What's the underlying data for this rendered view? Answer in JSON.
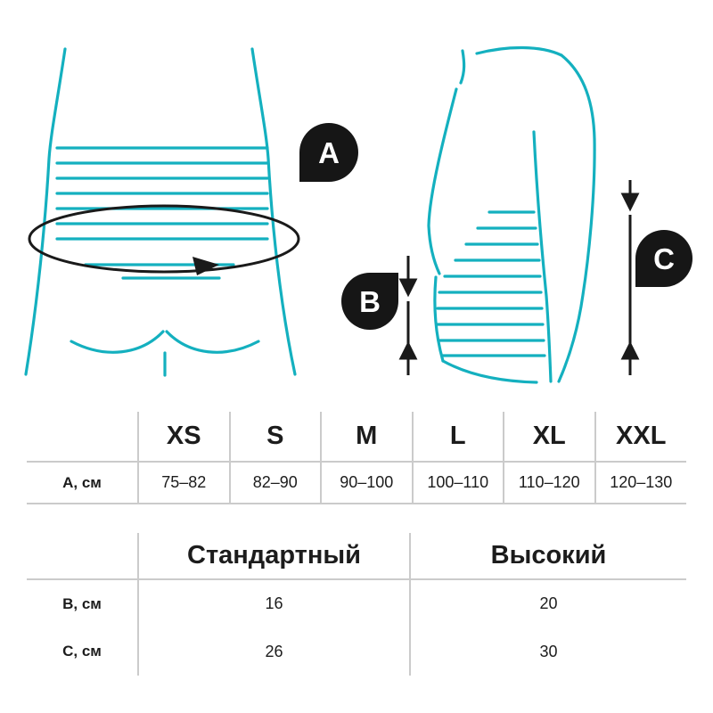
{
  "diagram": {
    "badges": [
      {
        "id": "A",
        "label": "A"
      },
      {
        "id": "B",
        "label": "B"
      },
      {
        "id": "C",
        "label": "C"
      }
    ]
  },
  "size_table": {
    "row_label": "А, см",
    "columns": [
      "XS",
      "S",
      "M",
      "L",
      "XL",
      "XXL"
    ],
    "values": [
      "75–82",
      "82–90",
      "90–100",
      "100–110",
      "110–120",
      "120–130"
    ]
  },
  "height_table": {
    "columns": [
      "Стандартный",
      "Высокий"
    ],
    "rows": [
      {
        "label": "В, см",
        "values": [
          "16",
          "20"
        ]
      },
      {
        "label": "С, см",
        "values": [
          "26",
          "30"
        ]
      }
    ]
  },
  "colors": {
    "teal": "#14b0bf",
    "annotation_black": "#1a1a1a",
    "grid_gray": "#cbcbcb",
    "badge_black": "#161616"
  }
}
